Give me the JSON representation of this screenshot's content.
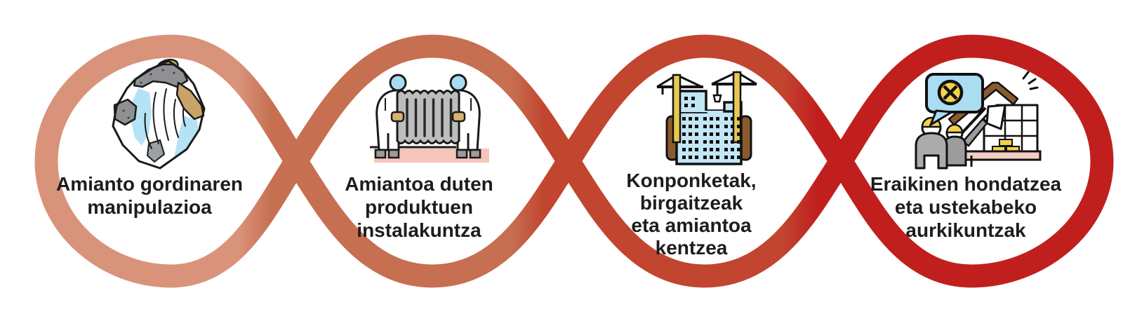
{
  "diagram": {
    "title": "Asbestos exposure situations chain diagram",
    "rings": {
      "colors": [
        "#D9937A",
        "#C66F51",
        "#C1452F",
        "#C01F1E"
      ]
    },
    "steps": [
      {
        "icon": "raw-asbestos-rock",
        "lines": [
          "Amianto gordinaren",
          "manipulazioa"
        ]
      },
      {
        "icon": "workers-carrying-radiator",
        "lines": [
          "Amiantoa duten",
          "produktuen",
          "instalakuntza"
        ]
      },
      {
        "icon": "building-with-cranes",
        "lines": [
          "Konponketak,",
          "birgaitzeak",
          "eta amiantoa",
          "kentzea"
        ]
      },
      {
        "icon": "workers-demolition-warning",
        "lines": [
          "Eraikinen hondatzea",
          "eta ustekabeko",
          "aurkikuntzak"
        ]
      }
    ],
    "icon_palette": {
      "light_blue": "#AADCF2",
      "yellow": "#F2D24B",
      "tan": "#C8A468",
      "gray": "#9C9C9C",
      "brown": "#8A5A2E",
      "pink_floor": "#F5C5BB",
      "outline": "#1A1A1A"
    }
  }
}
